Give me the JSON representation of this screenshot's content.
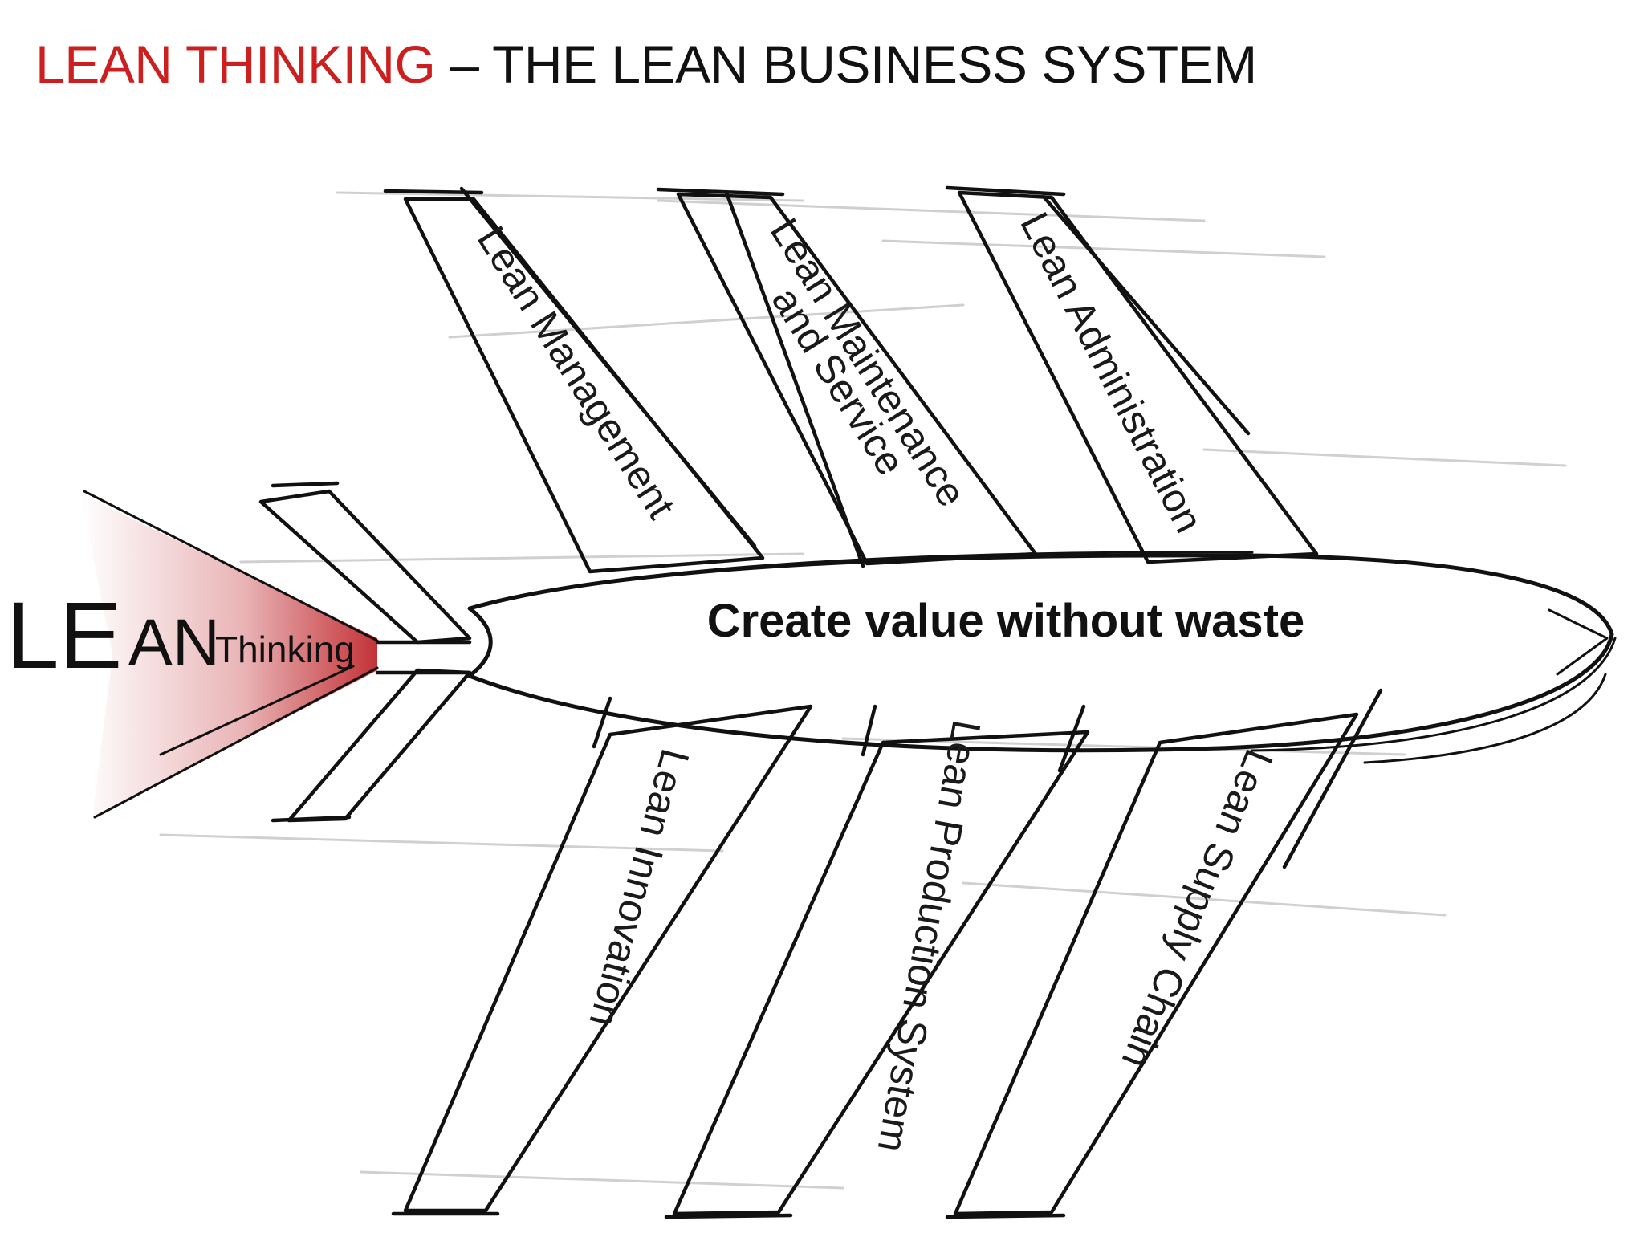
{
  "slide": {
    "title_accent": "LEAN THINKING",
    "title_rest": " – THE LEAN BUSINESS SYSTEM",
    "accent_color": "#cc1f1f"
  },
  "logo": {
    "le": "LE",
    "an": "AN",
    "thinking": "Thinking",
    "exhaust_color": "#c0282d"
  },
  "fuselage": {
    "label": "Create value without waste"
  },
  "upper_wings": [
    {
      "label": "Lean Management"
    },
    {
      "line1": "Lean Maintenance",
      "line2": "and Service"
    },
    {
      "label": "Lean Administration"
    }
  ],
  "lower_wings": [
    {
      "label": "Lean Innovation"
    },
    {
      "label": "Lean Production System"
    },
    {
      "label": "Lean Supply Chain"
    }
  ]
}
